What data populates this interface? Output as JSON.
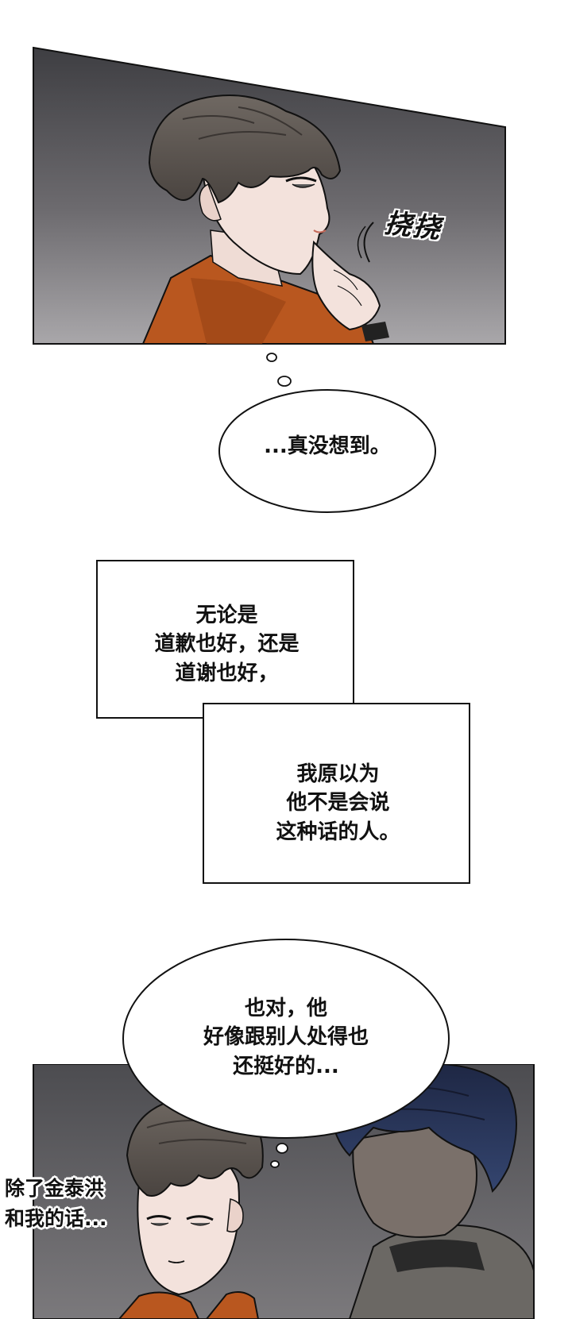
{
  "panels": [
    {
      "id": "panel-1",
      "sfx": "挠挠"
    },
    {
      "id": "panel-2",
      "caption_lines": [
        "除了金泰洪",
        "和我的话..."
      ]
    }
  ],
  "thought_bubbles": [
    {
      "lines": [
        "...真没想到。"
      ]
    },
    {
      "lines": [
        "也对，他",
        "好像跟别人处得也",
        "还挺好的..."
      ]
    }
  ],
  "narration_boxes": [
    {
      "lines": [
        "无论是",
        "道歉也好，还是",
        "道谢也好，"
      ]
    },
    {
      "lines": [
        "我原以为",
        "他不是会说",
        "这种话的人。"
      ]
    }
  ],
  "colors": {
    "panel_bg_dark": "#4a4a4e",
    "panel_bg_light": "#9b999c",
    "hair": "#5c5652",
    "skin": "#f3e2dc",
    "jacket": "#b9571f",
    "dark_hair_blue": "#27324f",
    "coat_grey": "#6b6864"
  }
}
